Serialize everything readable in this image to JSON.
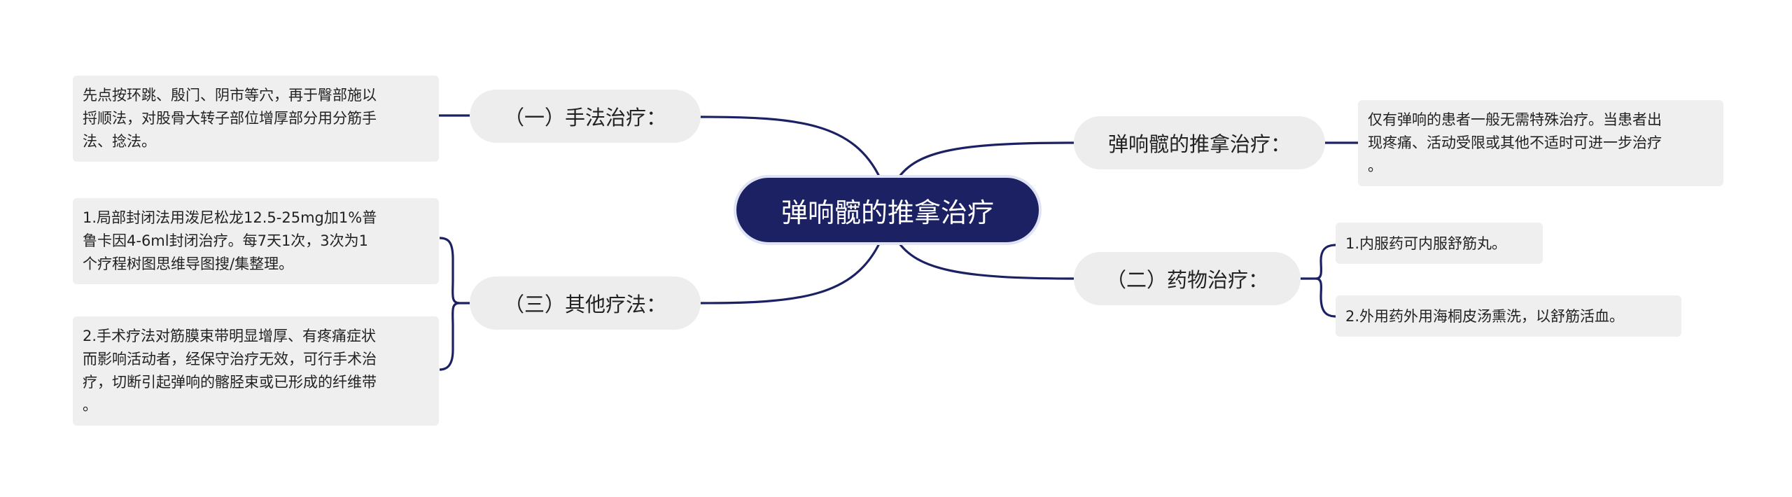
{
  "root": {
    "label": "弹响髋的推拿治疗"
  },
  "branches": {
    "manual": {
      "label": "（一）手法治疗：",
      "leaves": [
        [
          "先点按环跳、殷门、阴市等穴，再于臀部施以",
          "捋顺法，对股骨大转子部位增厚部分用分筋手",
          "法、捻法。"
        ]
      ]
    },
    "other": {
      "label": "（三）其他疗法：",
      "leaves": [
        [
          "1.局部封闭法用泼尼松龙12.5-25mg加1%普",
          "鲁卡因4-6ml封闭治疗。每7天1次，3次为1",
          "个疗程树图思维导图搜/集整理。"
        ],
        [
          "2.手术疗法对筋膜束带明显增厚、有疼痛症状",
          "而影响活动者，经保守治疗无效，可行手术治",
          "疗，切断引起弹响的髂胫束或已形成的纤维带",
          "。"
        ]
      ]
    },
    "tuina": {
      "label": "弹响髋的推拿治疗：",
      "leaves": [
        [
          "仅有弹响的患者一般无需特殊治疗。当患者出",
          "现疼痛、活动受限或其他不适时可进一步治疗",
          "。"
        ]
      ]
    },
    "drug": {
      "label": "（二）药物治疗：",
      "leaves": [
        [
          "1.内服药可内服舒筋丸。"
        ],
        [
          "2.外用药外用海桐皮汤熏洗，以舒筋活血。"
        ]
      ]
    }
  },
  "colors": {
    "root_fill": "#1b2163",
    "branch_fill": "#ededed",
    "leaf_fill": "#efefef",
    "connector": "#1b2163"
  }
}
